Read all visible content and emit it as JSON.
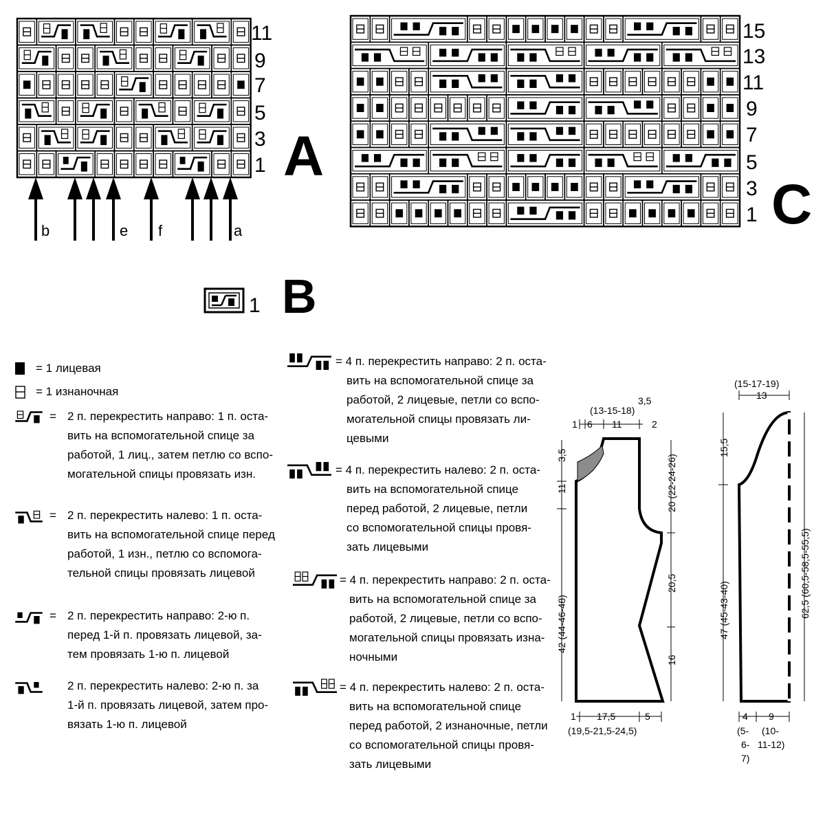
{
  "chart_a": {
    "label": "A",
    "row_numbers": [
      "11",
      "9",
      "7",
      "5",
      "3",
      "1"
    ],
    "arrows": [
      "b",
      "e",
      "f",
      "a"
    ]
  },
  "chart_b": {
    "label": "B",
    "row_number": "1"
  },
  "chart_c": {
    "label": "C",
    "row_numbers": [
      "15",
      "13",
      "11",
      "9",
      "7",
      "5",
      "3",
      "1"
    ]
  },
  "legend": {
    "knit": "= 1 лицевая",
    "purl": "= 1 изнаночная",
    "item3": [
      "=",
      "2 п. перекрестить направо: 1 п. оста-",
      "вить на вспомогательной спице за",
      "работой, 1 лиц., затем петлю со вспо-",
      "могательной спицы провязать изн."
    ],
    "item4": [
      "=",
      "2 п. перекрестить налево: 1 п. оста-",
      "вить на вспомогательной спице перед",
      "работой, 1 изн., петлю со вспомога-",
      "тельной спицы провязать лицевой"
    ],
    "item5": [
      "=",
      "2 п. перекрестить направо: 2-ю п.",
      "перед 1-й п. провязать лицевой, за-",
      "тем провязать 1-ю п. лицевой"
    ],
    "item6": [
      "",
      "2 п. перекрестить налево: 2-ю п. за",
      "1-й п. провязать лицевой, затем про-",
      "вязать 1-ю п. лицевой"
    ],
    "item7": [
      "= 4 п. перекрестить направо: 2 п. оста-",
      "вить на вспомогательной спице за",
      "работой, 2 лицевые, петли со вспо-",
      "могательной спицы провязать ли-",
      "цевыми"
    ],
    "item8": [
      "= 4 п. перекрестить налево: 2 п. оста-",
      "вить на вспомогательной спице",
      "перед работой, 2 лицевые, петли",
      "со вспомогательной спицы провя-",
      "зать лицевыми"
    ],
    "item9": [
      "= 4 п. перекрестить направо: 2 п. оста-",
      "вить на вспомогательной спице за",
      "работой, 2 лицевые, петли со вспо-",
      "могательной спицы провязать изна-",
      "ночными"
    ],
    "item10": [
      "= 4 п. перекрестить налево: 2 п. оста-",
      "вить на вспомогательной спице",
      "перед работой, 2 изнаночные, петли",
      "со вспомогательной спицы провя-",
      "зать лицевыми"
    ]
  },
  "body_schematic": {
    "top_a": "(13-15-18)",
    "top_b": "3,5",
    "top_c": "1",
    "top_d": "6",
    "top_e": "11",
    "top_f": "2",
    "left_a": "3,5",
    "left_b": "11",
    "left_c": "42 (44-46-48)",
    "right_a": "20 (22-24-26)",
    "right_b": "20,5",
    "right_c": "16",
    "bottom_a": "1",
    "bottom_b": "17,5",
    "bottom_c": "5",
    "bottom_d": "(19,5-21,5-24,5)"
  },
  "sleeve_schematic": {
    "top_a": "(15-17-19)",
    "top_b": "13",
    "left_a": "15,5",
    "left_b": "47 (45-43-40)",
    "right_a": "62,5 (60,5-58,5-55,5)",
    "bottom_a": "4",
    "bottom_b": "9",
    "bottom_c": "(5-",
    "bottom_d": "6-",
    "bottom_e": "7)",
    "bottom_f": "(10-",
    "bottom_g": "11-12)"
  }
}
